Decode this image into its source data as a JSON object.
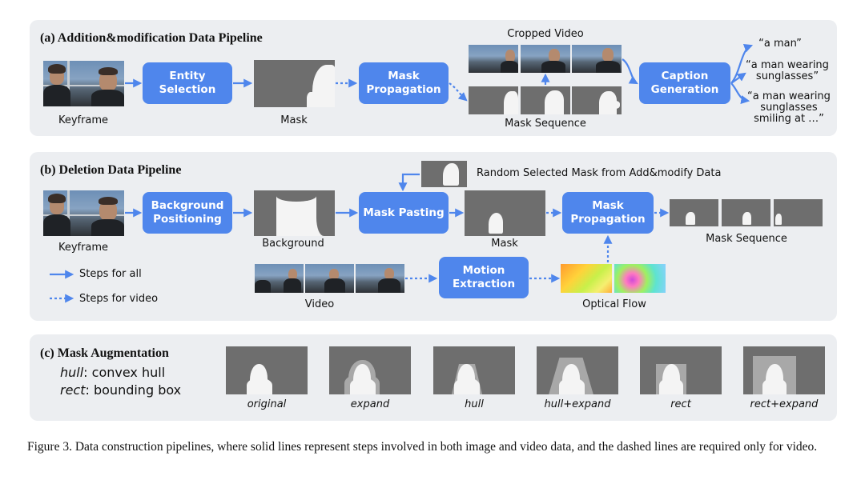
{
  "panel_a": {
    "title": "(a) Addition&modification Data Pipeline",
    "keyframe_label": "Keyframe",
    "entity_selection": "Entity Selection",
    "mask_label": "Mask",
    "mask_propagation": "Mask Propagation",
    "cropped_video_label": "Cropped Video",
    "mask_sequence_label": "Mask Sequence",
    "caption_generation": "Caption Generation",
    "captions": [
      "“a man”",
      "“a man wearing sunglasses”",
      "“a man wearing sunglasses smiling at …”"
    ]
  },
  "panel_b": {
    "title": "(b) Deletion Data Pipeline",
    "random_mask_label": "Random Selected Mask from Add&modify Data",
    "keyframe_label": "Keyframe",
    "background_positioning": "Background Positioning",
    "background_label": "Background",
    "mask_pasting": "Mask Pasting",
    "mask_label": "Mask",
    "mask_propagation": "Mask Propagation",
    "mask_sequence_label": "Mask Sequence",
    "legend_all": "Steps for all",
    "legend_video": "Steps for video",
    "video_label": "Video",
    "motion_extraction": "Motion Extraction",
    "optical_flow_label": "Optical Flow"
  },
  "panel_c": {
    "title": "(c) Mask Augmentation",
    "hull_term": "hull",
    "hull_desc": ": convex hull",
    "rect_term": "rect",
    "rect_desc": ": bounding box",
    "variants": [
      "original",
      "expand",
      "hull",
      "hull+expand",
      "rect",
      "rect+expand"
    ]
  },
  "figure_caption": "Figure 3. Data construction pipelines, where solid lines represent steps involved in both image and video data, and the dashed lines are required only for video.",
  "colors": {
    "accent": "#4f86ec",
    "panel_bg": "#eceef1",
    "mask_gray": "#6e6e6e",
    "mask_white": "#f4f4f4"
  }
}
